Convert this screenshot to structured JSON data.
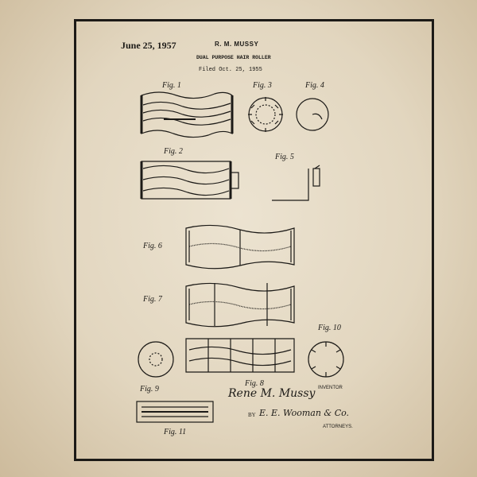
{
  "header": {
    "date": "June 25, 1957",
    "inventor_name": "R. M. MUSSY",
    "title": "DUAL PURPOSE HAIR ROLLER",
    "filed": "Filed Oct. 25, 1955"
  },
  "figures": {
    "fig1": "Fig. 1",
    "fig2": "Fig. 2",
    "fig3": "Fig. 3",
    "fig4": "Fig. 4",
    "fig5": "Fig. 5",
    "fig6": "Fig. 6",
    "fig7": "Fig. 7",
    "fig8": "Fig. 8",
    "fig9": "Fig. 9",
    "fig10": "Fig. 10",
    "fig11": "Fig. 11"
  },
  "footer": {
    "inventor_signature": "Rene M. Mussy",
    "inventor_label": "INVENTOR",
    "by": "BY",
    "attorney_signature": "E. E. Wooman & Co.",
    "attorneys_label": "ATTORNEYS."
  },
  "colors": {
    "paper": "#e6dcc6",
    "ink": "#1c1a17"
  }
}
